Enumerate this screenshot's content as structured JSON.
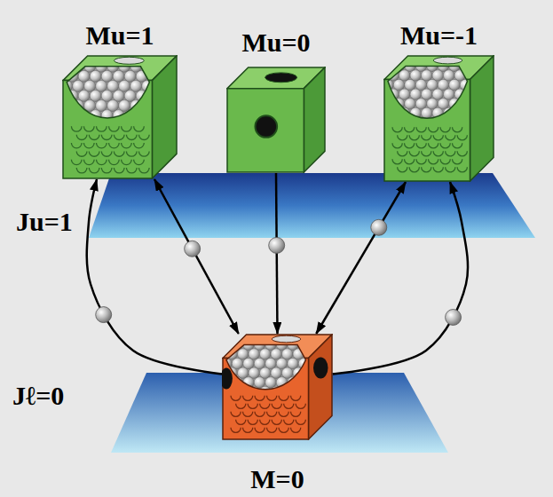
{
  "diagram": {
    "nodes": [
      {
        "text": [
          "Mu=1"
        ]
      },
      {
        "text": [
          "Mu=0"
        ]
      },
      {
        "text": [
          "Mu=-1"
        ]
      },
      {
        "text": [
          "M=0"
        ]
      }
    ],
    "edges": [
      {
        "from": 0,
        "to": 3,
        "arrow": "both"
      },
      {
        "from": 3,
        "to": 0,
        "arrow": "to"
      },
      {
        "from": 1,
        "to": 3,
        "arrow": "to"
      },
      {
        "from": 2,
        "to": 3,
        "arrow": "both"
      },
      {
        "from": 3,
        "to": 2,
        "arrow": "to"
      }
    ],
    "labels": [
      "Ju=1",
      "Jℓ=0"
    ]
  }
}
